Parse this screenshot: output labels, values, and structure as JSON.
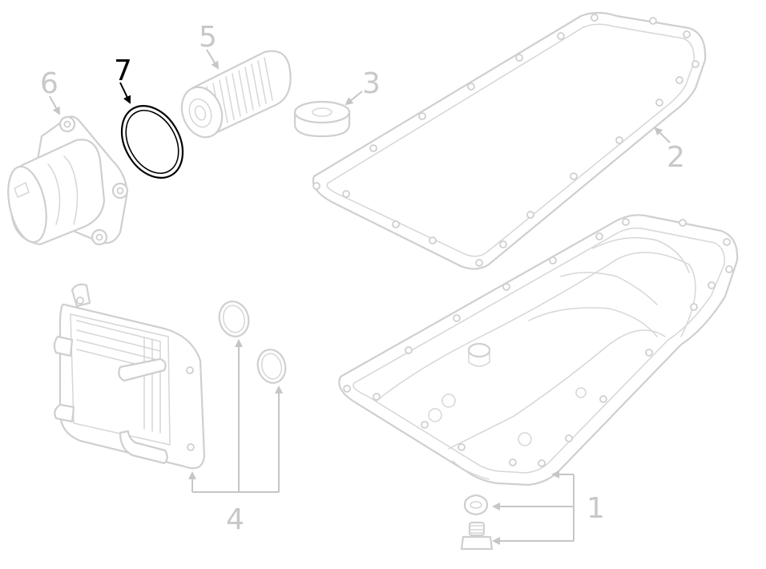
{
  "callouts": {
    "c1": "1",
    "c2": "2",
    "c3": "3",
    "c4": "4",
    "c5": "5",
    "c6": "6",
    "c7": "7"
  },
  "colors": {
    "highlight": "#000000",
    "muted": "#c8c8c8"
  },
  "highlighted_part": "7"
}
